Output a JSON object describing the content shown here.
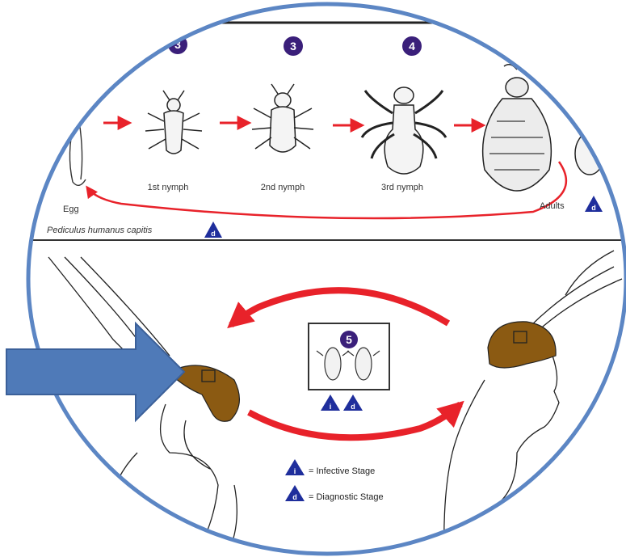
{
  "top_panel": {
    "stages": [
      {
        "number": "3"
      },
      {
        "number": "3"
      },
      {
        "number": "4"
      }
    ],
    "labels": {
      "egg": "Egg",
      "nymph1": "1st nymph",
      "nymph2": "2nd nymph",
      "nymph3": "3rd nymph",
      "adults": "Adults",
      "species": "Pediculus humanus capitis"
    }
  },
  "bottom_panel": {
    "center_box_number": "5",
    "legend": {
      "infective": "= Infective Stage",
      "diagnostic": "= Diagnostic Stage"
    }
  },
  "colors": {
    "cycle_arrow": "#e8222a",
    "triangle": "#1f2e9c",
    "step_circle": "#3a1f7a",
    "head_infestation": "#8b5a12",
    "pointer_arrow": "#4f7ab8",
    "lens_border": "#5c86c4"
  }
}
